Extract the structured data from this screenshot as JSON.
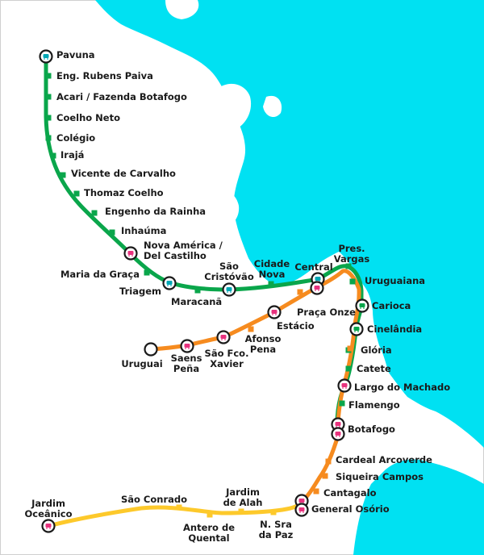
{
  "colors": {
    "water": "#00e1f2",
    "background": "#ffffff",
    "line1": "#f68b1f",
    "line2": "#0aa64b",
    "line4": "#fdc92b",
    "frame": "#cfcfcf"
  },
  "lines": [
    {
      "id": "line-2",
      "color": "#0aa64b"
    },
    {
      "id": "line-1",
      "color": "#f68b1f"
    },
    {
      "id": "line-4",
      "color": "#fdc92b"
    }
  ],
  "stations": {
    "pavuna": {
      "label": "Pavuna",
      "icon": "train-icon"
    },
    "eng_rubens_paiva": {
      "label": "Eng. Rubens Paiva"
    },
    "acari": {
      "label": "Acari / Fazenda Botafogo"
    },
    "coelho_neto": {
      "label": "Coelho Neto"
    },
    "colegio": {
      "label": "Colégio"
    },
    "iraja": {
      "label": "Irajá"
    },
    "vicente_de_carvalho": {
      "label": "Vicente de Carvalho"
    },
    "thomaz_coelho": {
      "label": "Thomaz Coelho"
    },
    "engenho_da_rainha": {
      "label": "Engenho da Rainha"
    },
    "inhauma": {
      "label": "Inhaúma"
    },
    "nova_america": {
      "label": [
        "Nova América /",
        "Del Castilho"
      ],
      "icon": "bus-icon"
    },
    "maria_da_graca": {
      "label": "Maria da Graça"
    },
    "triagem": {
      "label": "Triagem",
      "icon": "train-icon"
    },
    "maracana": {
      "label": "Maracanã"
    },
    "sao_cristovao": {
      "label": [
        "São",
        "Cristóvão"
      ],
      "icon": "train-icon"
    },
    "cidade_nova": {
      "label": [
        "Cidade",
        "Nova"
      ]
    },
    "central": {
      "label": "Central",
      "icon": "train-icon"
    },
    "pres_vargas": {
      "label": [
        "Pres.",
        "Vargas"
      ]
    },
    "uruguaiana": {
      "label": "Uruguaiana"
    },
    "carioca": {
      "label": "Carioca",
      "icon": "tram-icon"
    },
    "cinelandia": {
      "label": "Cinelândia",
      "icon": "tram-icon"
    },
    "gloria": {
      "label": "Glória"
    },
    "catete": {
      "label": "Catete"
    },
    "largo_do_machado": {
      "label": "Largo do Machado",
      "icon": "bus-icon"
    },
    "flamengo": {
      "label": "Flamengo"
    },
    "botafogo": {
      "label": "Botafogo",
      "icon": "bus-icon"
    },
    "cardeal_arcoverde": {
      "label": "Cardeal Arcoverde"
    },
    "siqueira_campos": {
      "label": "Siqueira Campos"
    },
    "cantagalo": {
      "label": "Cantagalo"
    },
    "general_osorio": {
      "label": "General Osório",
      "icon": "bus-icon"
    },
    "praca_onze": {
      "label": "Praça Onze"
    },
    "estacio": {
      "label": "Estácio",
      "icon": "bus-icon"
    },
    "afonso_pena": {
      "label": [
        "Afonso",
        "Pena"
      ]
    },
    "sao_fco_xavier": {
      "label": [
        "São Fco.",
        "Xavier"
      ],
      "icon": "bus-icon"
    },
    "saens_pena": {
      "label": [
        "Saens",
        "Peña"
      ],
      "icon": "bus-icon"
    },
    "uruguai": {
      "label": "Uruguai"
    },
    "jardim_oceanico": {
      "label": [
        "Jardim",
        "Oceânico"
      ],
      "icon": "bus-icon"
    },
    "sao_conrado": {
      "label": "São Conrado"
    },
    "antero_de_quental": {
      "label": [
        "Antero de",
        "Quental"
      ]
    },
    "jardim_de_alah": {
      "label": [
        "Jardim",
        "de Alah"
      ]
    },
    "n_sra_da_paz": {
      "label": [
        "N. Sra",
        "da Paz"
      ]
    }
  }
}
